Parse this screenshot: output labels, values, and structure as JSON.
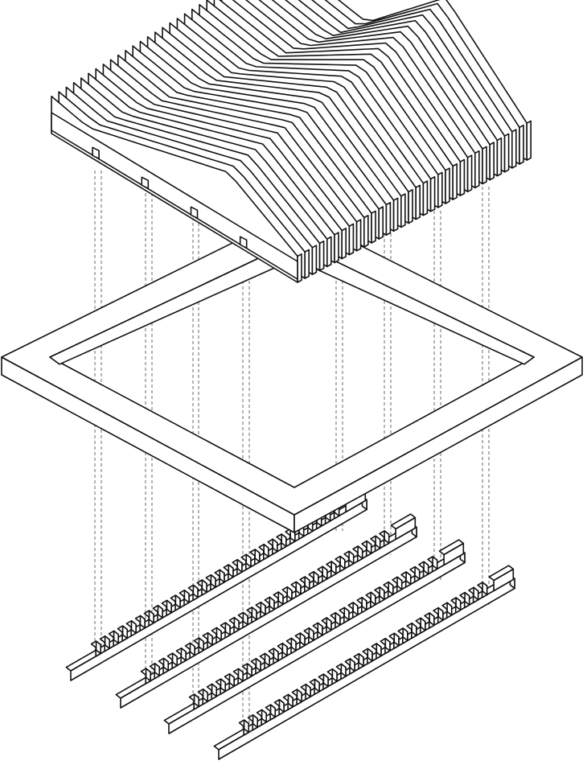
{
  "diagram": {
    "kind": "exploded-axonometric",
    "colors": {
      "line": "#111111",
      "face_top": "#ffffff",
      "face_side": "#ffffff",
      "guide": "#444444"
    },
    "components": {
      "roof_fins": {
        "name": "slatted-roof",
        "fin_count": 32
      },
      "frame": {
        "name": "square-frame"
      },
      "comb_rails": {
        "name": "notched-rails",
        "count": 4,
        "teeth_per_rail": 28
      },
      "guides": {
        "name": "alignment-guides",
        "count": 8,
        "style": "dashed"
      }
    }
  }
}
